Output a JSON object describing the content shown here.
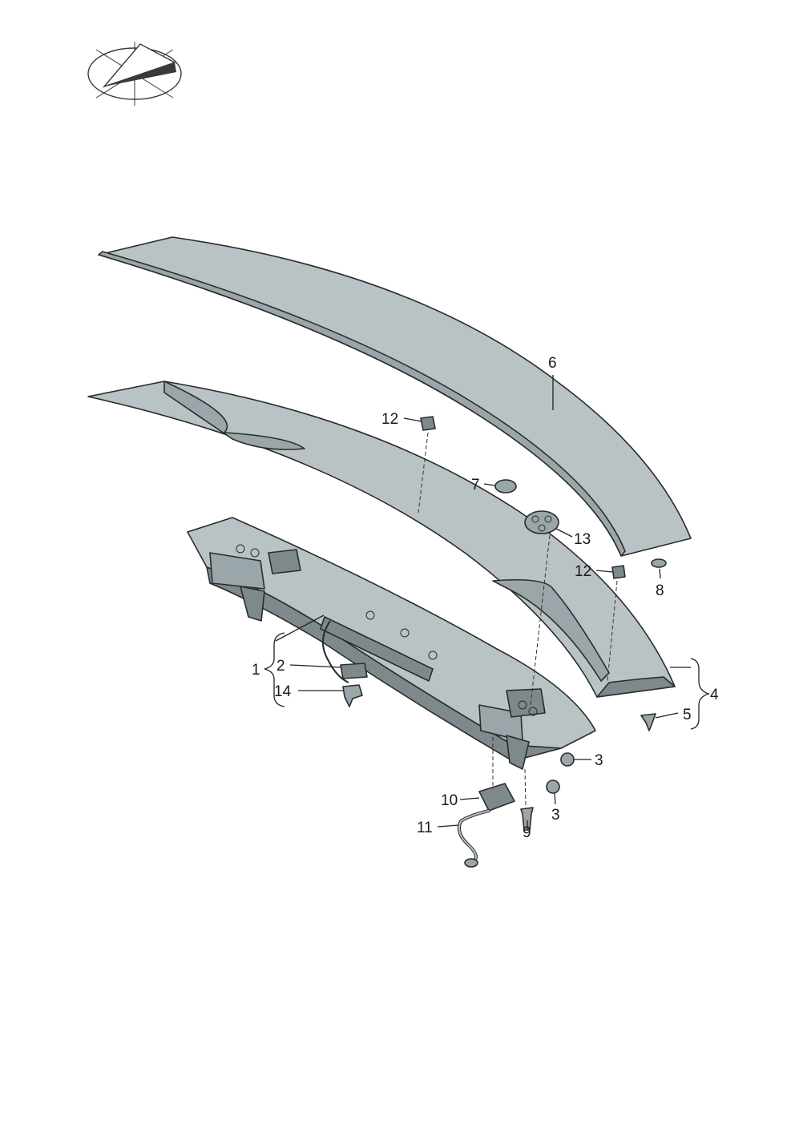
{
  "colors": {
    "part_fill": "#b9c3c6",
    "part_shade": "#9aa6aa",
    "part_dark": "#7d898d",
    "outline": "#2b2b2b",
    "emblem": "#3a3a3a"
  },
  "emblem": {
    "icon": "compass-plane-icon"
  },
  "callouts": [
    {
      "id": "c1",
      "label": "1"
    },
    {
      "id": "c2",
      "label": "2"
    },
    {
      "id": "c3a",
      "label": "3"
    },
    {
      "id": "c3b",
      "label": "3"
    },
    {
      "id": "c4",
      "label": "4"
    },
    {
      "id": "c5",
      "label": "5"
    },
    {
      "id": "c6",
      "label": "6"
    },
    {
      "id": "c7",
      "label": "7"
    },
    {
      "id": "c8",
      "label": "8"
    },
    {
      "id": "c9",
      "label": "9"
    },
    {
      "id": "c10",
      "label": "10"
    },
    {
      "id": "c11",
      "label": "11"
    },
    {
      "id": "c12a",
      "label": "12"
    },
    {
      "id": "c12b",
      "label": "12"
    },
    {
      "id": "c13",
      "label": "13"
    },
    {
      "id": "c14",
      "label": "14"
    }
  ]
}
